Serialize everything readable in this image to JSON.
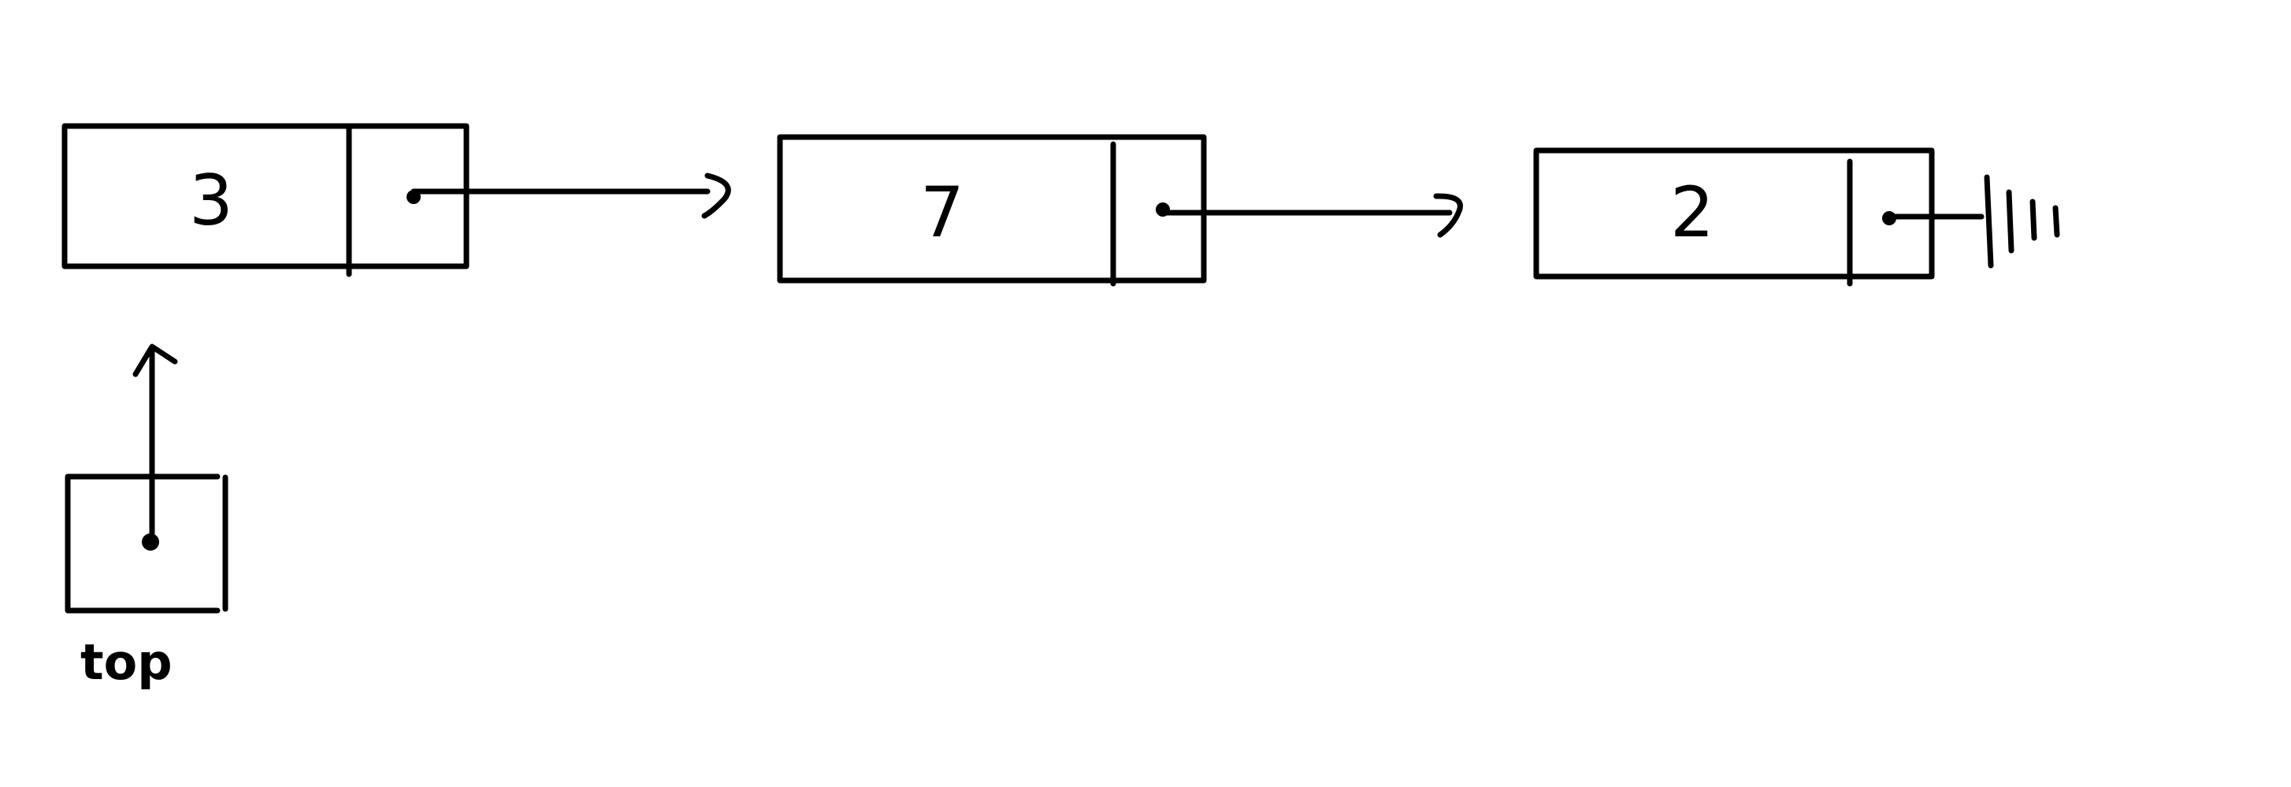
{
  "diagram": {
    "nodes": [
      {
        "value": "3",
        "next": "7"
      },
      {
        "value": "7",
        "next": "2"
      },
      {
        "value": "2",
        "next": null
      }
    ],
    "pointer": {
      "label": "top",
      "points_to": "3"
    },
    "colors": {
      "ink": "#000000",
      "background": "#ffffff"
    }
  }
}
